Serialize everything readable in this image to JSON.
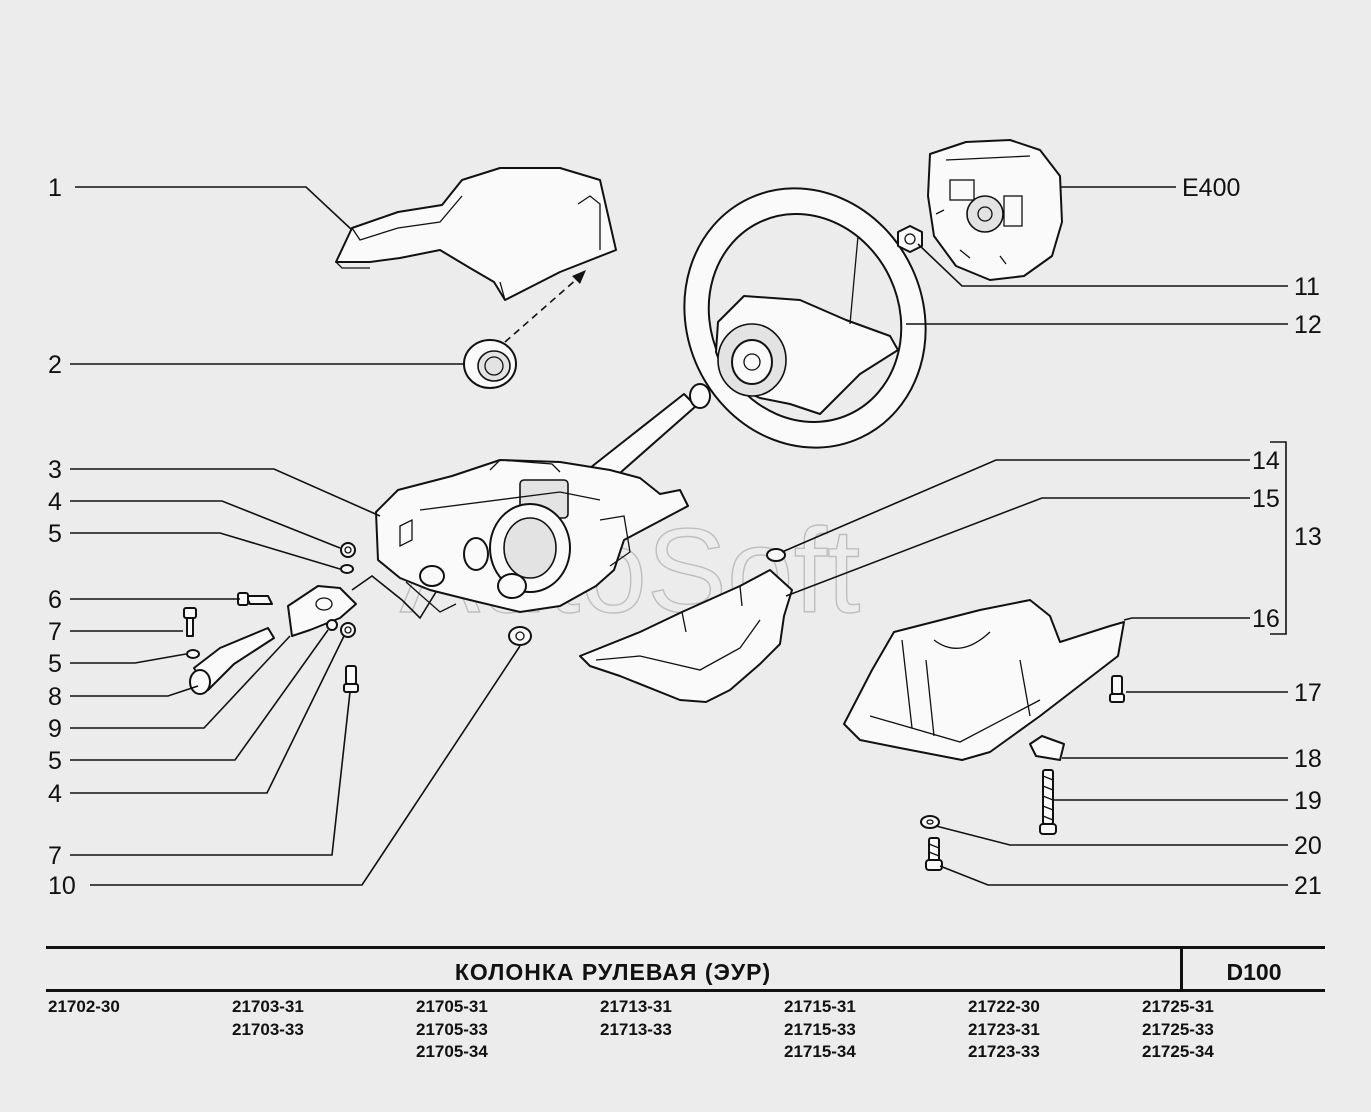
{
  "callouts": {
    "c1": "1",
    "c2": "2",
    "c3": "3",
    "c4a": "4",
    "c5a": "5",
    "c6": "6",
    "c7a": "7",
    "c5b": "5",
    "c8": "8",
    "c9": "9",
    "c5c": "5",
    "c4b": "4",
    "c7b": "7",
    "c10": "10",
    "e400": "E400",
    "c11": "11",
    "c12": "12",
    "c14": "14",
    "c15": "15",
    "c13": "13",
    "c16": "16",
    "c17": "17",
    "c18": "18",
    "c19": "19",
    "c20": "20",
    "c21": "21"
  },
  "watermark": "AutoSoft",
  "title_block": {
    "title": "КОЛОНКА  РУЛЕВАЯ  (ЭУР)",
    "code": "D100"
  },
  "models": [
    [
      "21702-30"
    ],
    [
      "21703-31",
      "21703-33"
    ],
    [
      "21705-31",
      "21705-33",
      "21705-34"
    ],
    [
      "21713-31",
      "21713-33"
    ],
    [
      "21715-31",
      "21715-33",
      "21715-34"
    ],
    [
      "21722-30",
      "21723-31",
      "21723-33"
    ],
    [
      "21725-31",
      "21725-33",
      "21725-34"
    ]
  ]
}
